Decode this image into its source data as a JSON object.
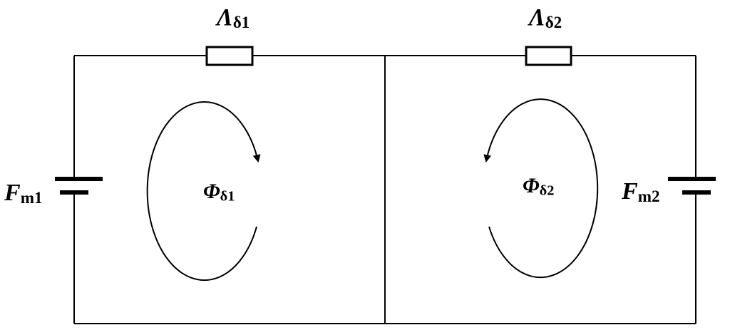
{
  "colors": {
    "line": "#000000",
    "background": "#ffffff"
  },
  "labels": {
    "lambda1": {
      "main": "Λ",
      "sub": "δ1"
    },
    "lambda2": {
      "main": "Λ",
      "sub": "δ2"
    },
    "phi1": {
      "main": "Φ",
      "sub": "δ1"
    },
    "phi2": {
      "main": "Φ",
      "sub": "δ2"
    },
    "fm1": {
      "main": "F",
      "sub": "m1"
    },
    "fm2": {
      "main": "F",
      "sub": "m2"
    }
  },
  "elements": {
    "resistor_1": "reluctance-resistor",
    "resistor_2": "reluctance-resistor",
    "source_1": "mmf-battery",
    "source_2": "mmf-battery",
    "loop_arrow_1": "clockwise-flux-arrow",
    "loop_arrow_2": "counterclockwise-flux-arrow"
  }
}
